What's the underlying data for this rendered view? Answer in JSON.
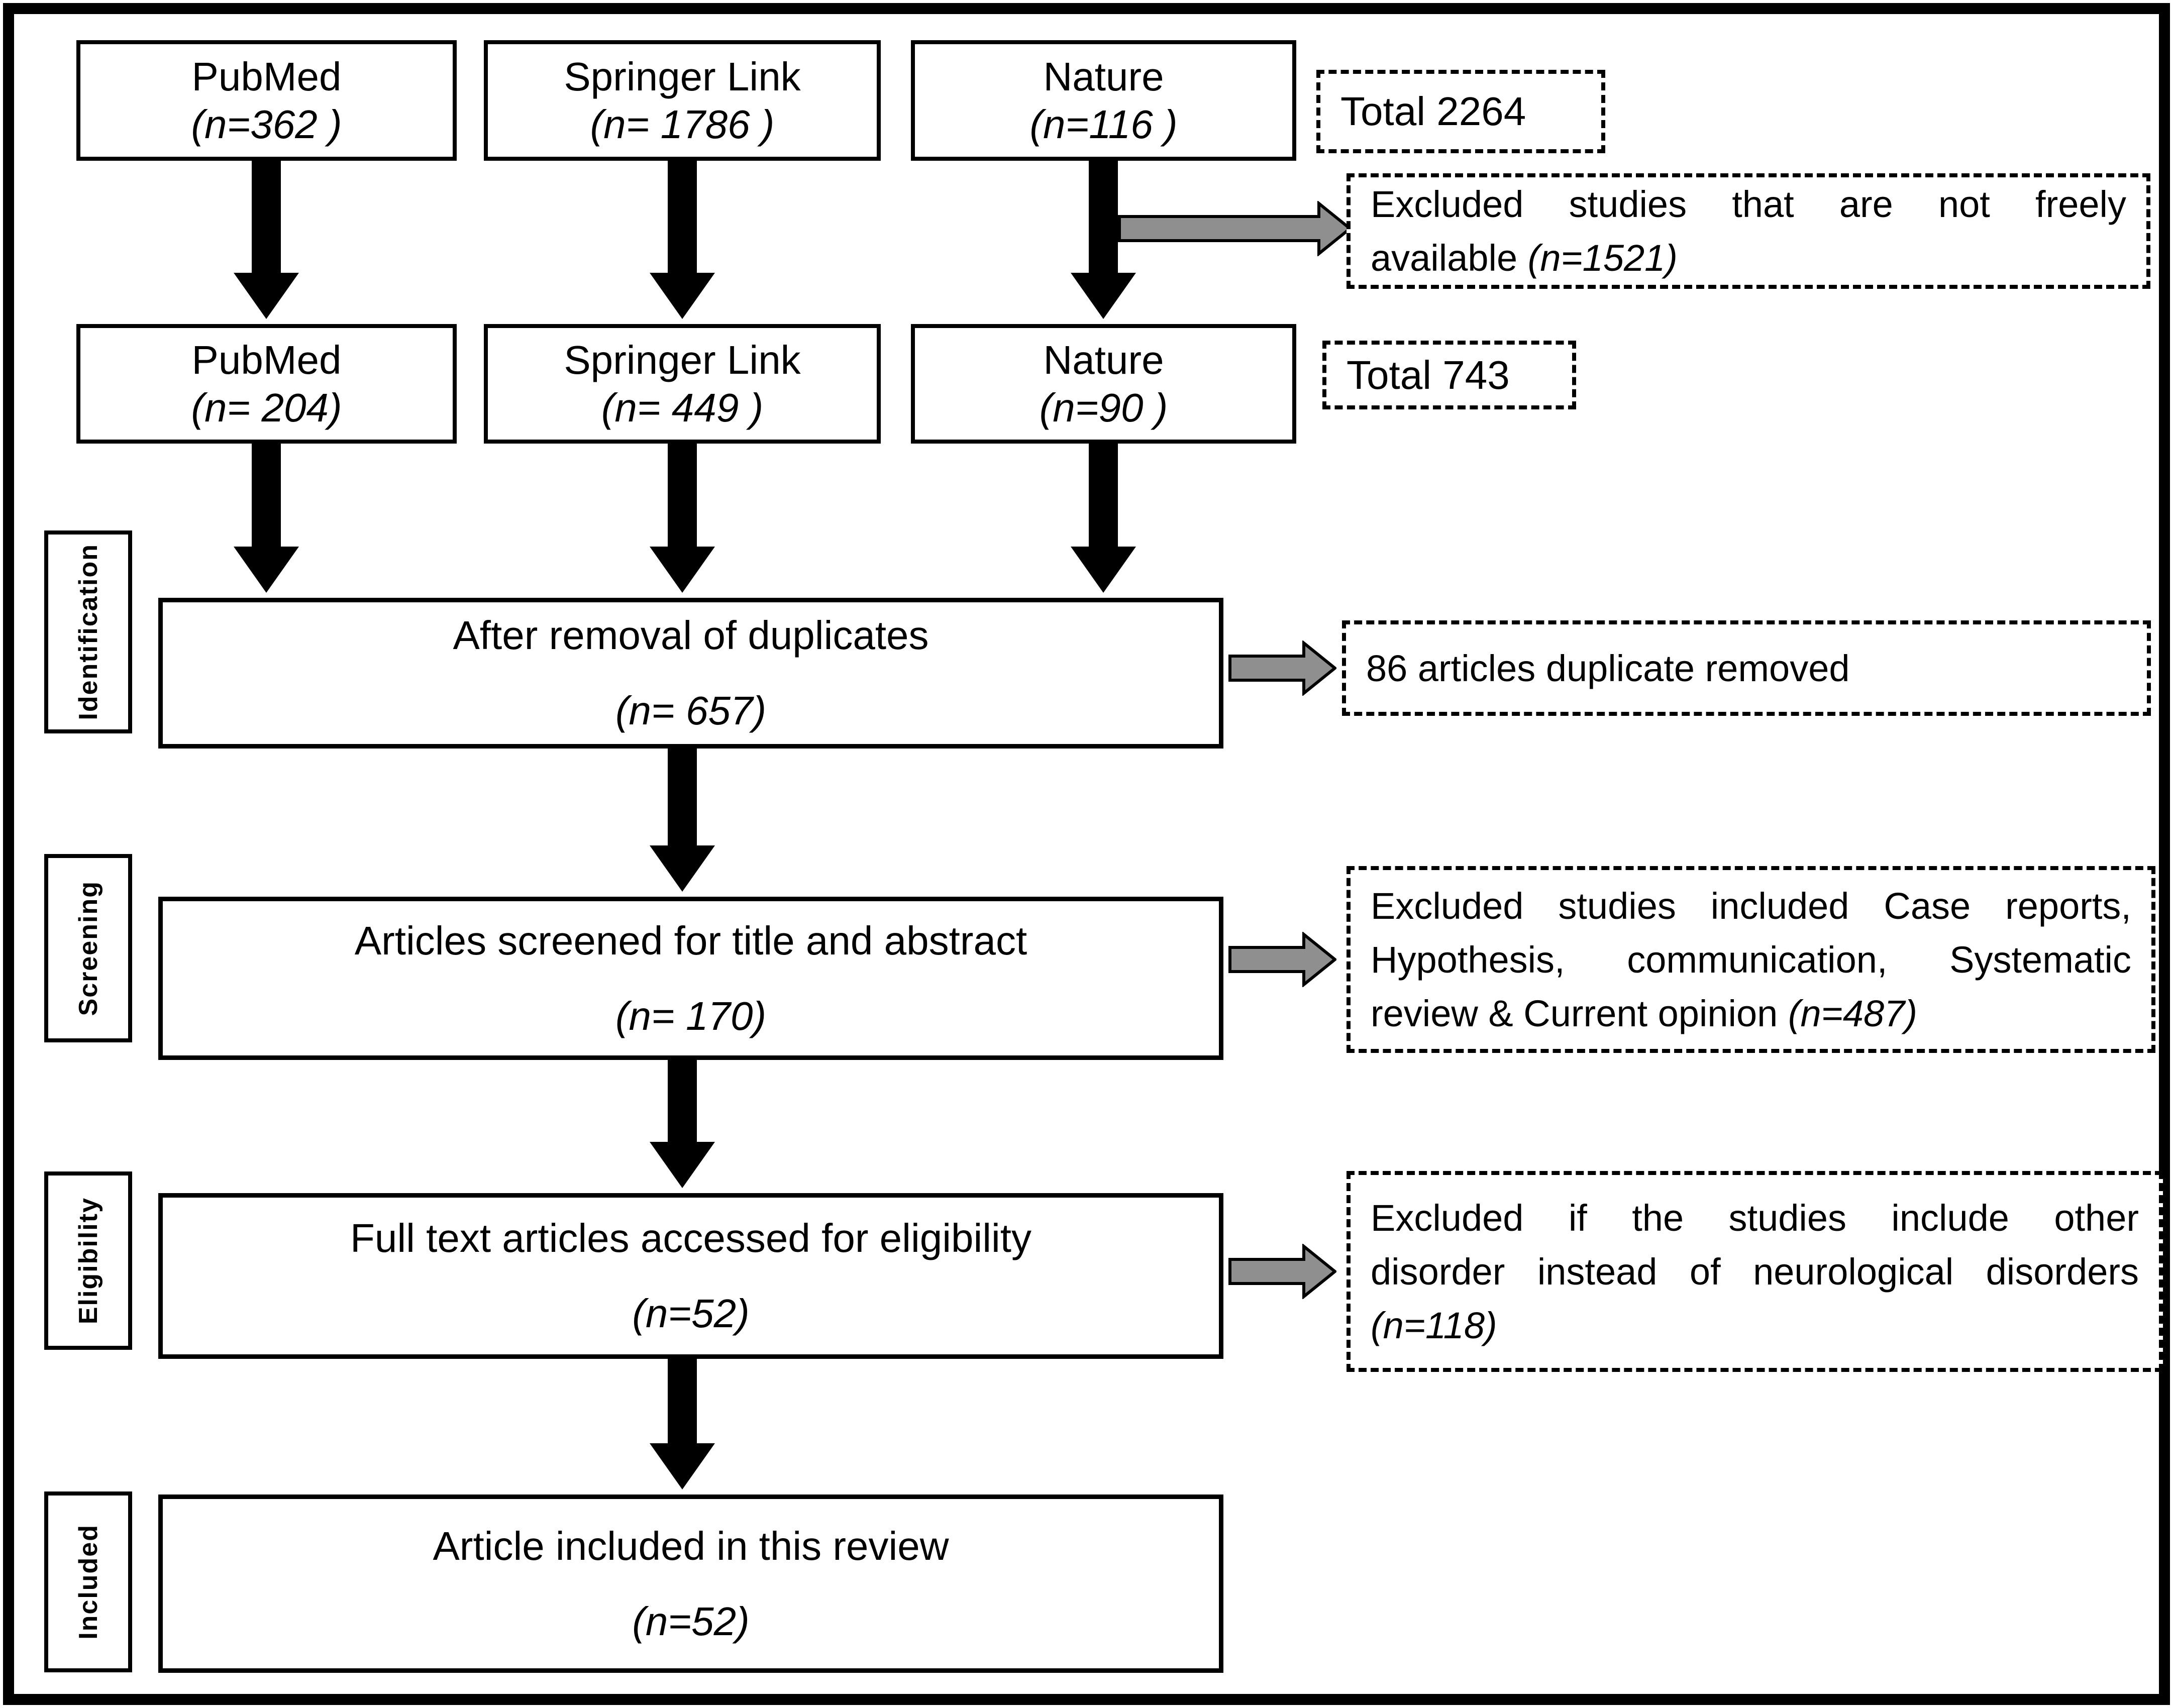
{
  "colors": {
    "ink": "#000000",
    "arrow_gray": "#8f8f8f",
    "background": "#ffffff"
  },
  "sidebar": {
    "labels": [
      {
        "id": "identification",
        "label": "Identification"
      },
      {
        "id": "screening",
        "label": "Screening"
      },
      {
        "id": "eligibility",
        "label": "Eligibility"
      },
      {
        "id": "included",
        "label": "Included"
      }
    ]
  },
  "sources": {
    "initial": [
      {
        "name": "PubMed",
        "count": "(n=362 )"
      },
      {
        "name": "Springer Link",
        "count": "(n= 1786 )"
      },
      {
        "name": "Nature",
        "count": "(n=116 )"
      }
    ],
    "initial_total": "Total 2264",
    "filtered": [
      {
        "name": "PubMed",
        "count": "(n= 204)"
      },
      {
        "name": "Springer Link",
        "count": "(n= 449 )"
      },
      {
        "name": "Nature",
        "count": "(n=90 )"
      }
    ],
    "filtered_total": "Total 743"
  },
  "stages": [
    {
      "title": "After removal of duplicates",
      "count": "(n= 657)"
    },
    {
      "title": "Articles screened for title and abstract",
      "count": "(n= 170)"
    },
    {
      "title": "Full text articles accessed for eligibility",
      "count": "(n=52)"
    },
    {
      "title": "Article included in this review",
      "count": "(n=52)"
    }
  ],
  "exclusions": [
    {
      "id": "not-freely-available",
      "justify": true,
      "lines": [
        [
          {
            "t": "Excluded studies that are not freely",
            "i": false
          }
        ],
        [
          {
            "t": "available ",
            "i": false
          },
          {
            "t": "(n=1521)",
            "i": true
          }
        ]
      ]
    },
    {
      "id": "duplicates-removed",
      "justify": false,
      "lines": [
        [
          {
            "t": "86 articles duplicate removed",
            "i": false
          }
        ]
      ]
    },
    {
      "id": "screening-excluded",
      "justify": true,
      "lines": [
        [
          {
            "t": "Excluded studies included Case reports,",
            "i": false
          }
        ],
        [
          {
            "t": "Hypothesis, communication, Systematic",
            "i": false
          }
        ],
        [
          {
            "t": "review & Current opinion ",
            "i": false
          },
          {
            "t": "(n=487)",
            "i": true
          }
        ]
      ]
    },
    {
      "id": "eligibility-excluded",
      "justify": true,
      "lines": [
        [
          {
            "t": "Excluded if the studies include other",
            "i": false
          }
        ],
        [
          {
            "t": "disorder instead of neurological disorders",
            "i": false
          }
        ],
        [
          {
            "t": "(n=118)",
            "i": true
          }
        ]
      ]
    }
  ]
}
